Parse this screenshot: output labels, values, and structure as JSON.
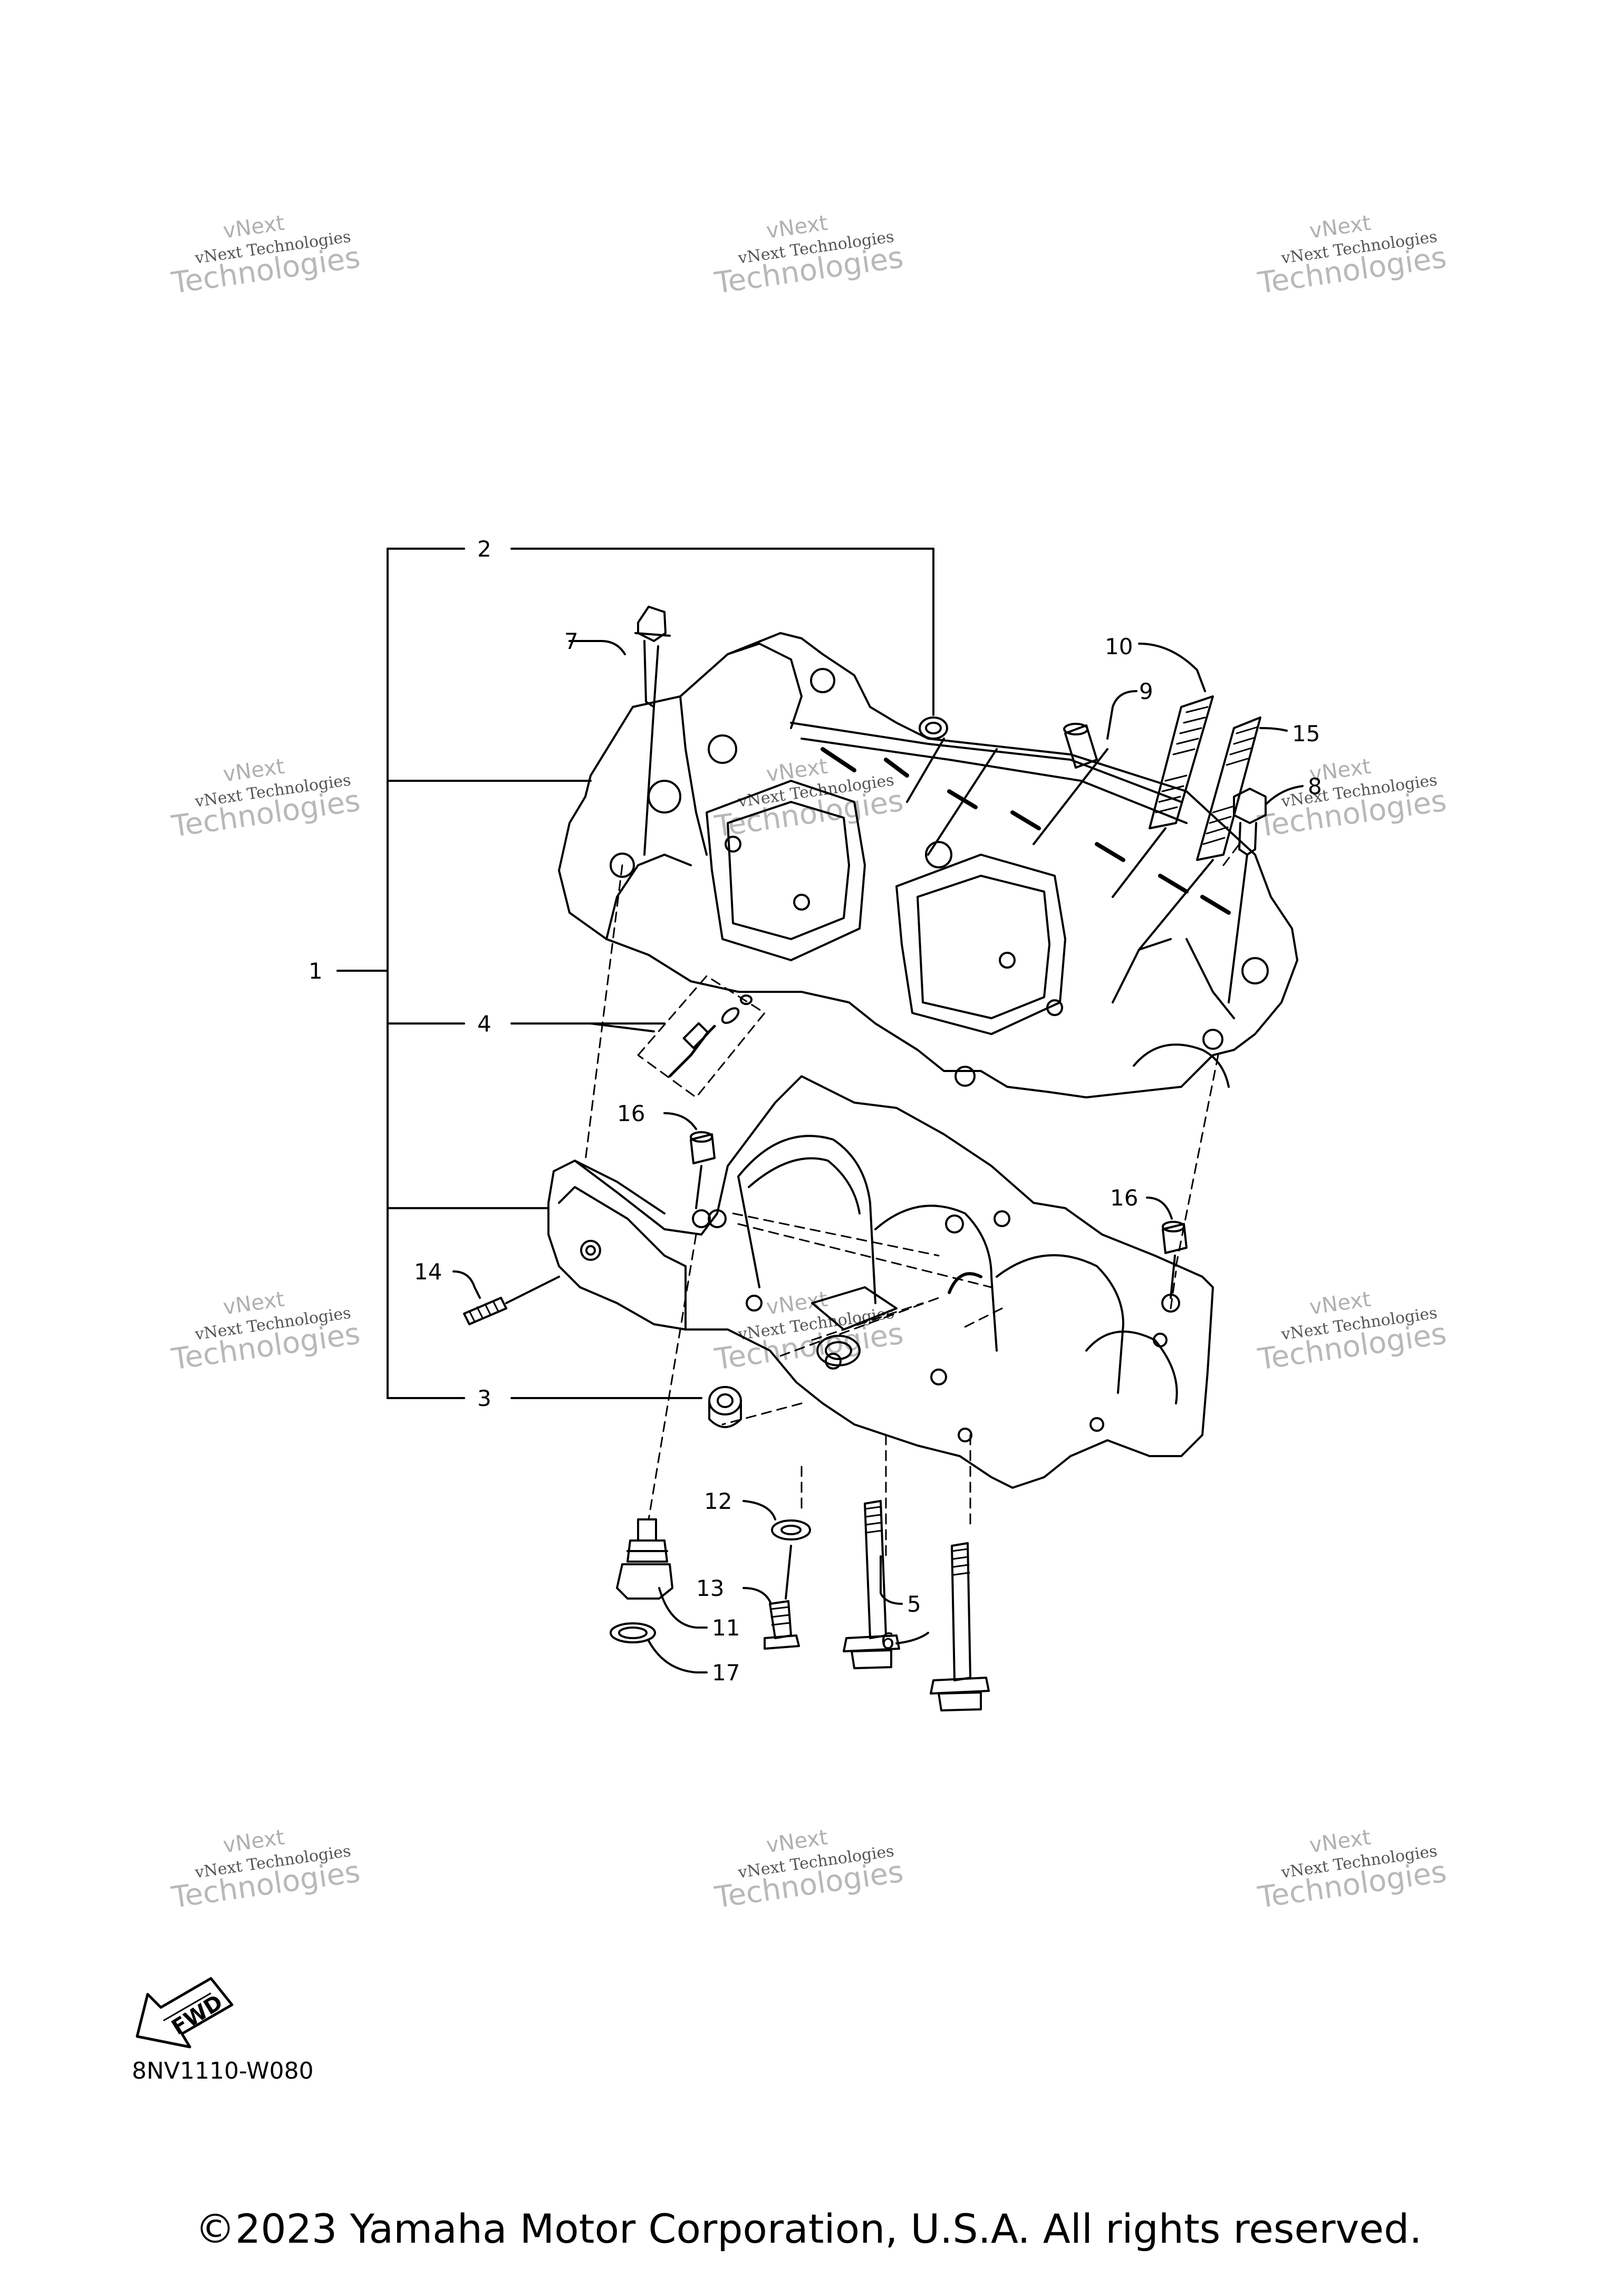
{
  "diagram_code": "8NV1110-W080",
  "copyright": "©2023 Yamaha Motor Corporation, U.S.A. All rights reserved.",
  "fwd_label": "FWD",
  "watermark": {
    "line1": "vNext",
    "line2": "vNext Technologies",
    "line3": "Technologies"
  },
  "callouts": {
    "c1": "1",
    "c2": "2",
    "c3": "3",
    "c4": "4",
    "c5": "5",
    "c6": "6",
    "c7": "7",
    "c8": "8",
    "c9": "9",
    "c10": "10",
    "c11": "11",
    "c12": "12",
    "c13": "13",
    "c14": "14",
    "c15": "15",
    "c16a": "16",
    "c16b": "16",
    "c17": "17"
  },
  "colors": {
    "line": "#000000",
    "watermark": "#9a9a9a",
    "background": "#ffffff"
  }
}
